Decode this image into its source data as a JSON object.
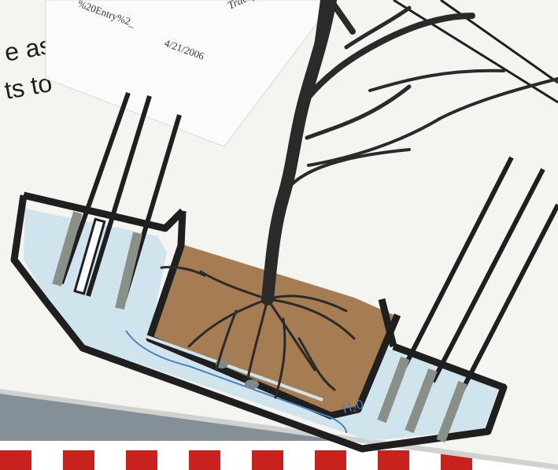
{
  "document": {
    "text_line_1": "e as",
    "text_line_2": "ts to"
  },
  "envelope": {
    "address_line": "%20Entry%2_",
    "date": "4/21/2006",
    "handwriting": "Tracey dul"
  },
  "diagram": {
    "water_label": "H₂0"
  },
  "colors": {
    "paper": "#f4f4f1",
    "water": "#cfe4ec",
    "soil": "#a67c52",
    "outline": "#1f1f1f",
    "wick_gray": "#8a9088",
    "water_label": "#4a7fc0",
    "tablecloth_red": "#c8221f",
    "wood": "#d58a1e"
  },
  "icons": {
    "tree": "tree-trunk-with-roots",
    "pot": "self-watering-bonsai-pot"
  }
}
